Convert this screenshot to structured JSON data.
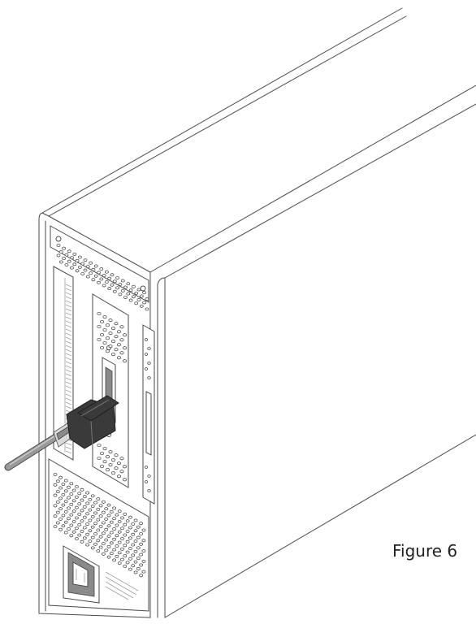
{
  "figure": {
    "caption": "Figure 6"
  },
  "parts": {
    "enclosure": "enclosure",
    "top_vent_grille": "vent-grille",
    "psu_vent_grille": "vent-grille",
    "pcie_slot_bracket": "slot-bracket",
    "cable_plug": "cable-connector",
    "power_inlet": "power-inlet"
  }
}
